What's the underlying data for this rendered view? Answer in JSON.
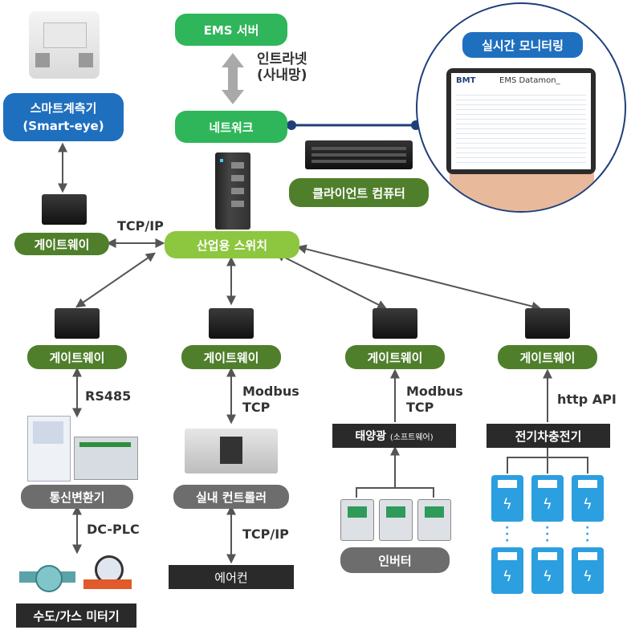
{
  "nodes": {
    "ems_server": "EMS 서버",
    "network": "네트워크",
    "switch": "산업용 스위치",
    "smart_meter_line1": "스마트계측기",
    "smart_meter_line2": "(Smart-eye)",
    "gateway": "게이트웨이",
    "client_pc": "클라이언트 컴퓨터",
    "monitoring": "실시간 모니터링",
    "comm_converter": "통신변환기",
    "water_gas_meter": "수도/가스 미터기",
    "indoor_controller": "실내 컨트롤러",
    "aircon": "에어컨",
    "solar_main": "태양광",
    "solar_sub": "(소프트웨어)",
    "inverter": "인버터",
    "ev_charger": "전기차충전기"
  },
  "labels": {
    "intranet_line1": "인트라넷",
    "intranet_line2": "(사내망)",
    "tcpip_top": "TCP/IP",
    "rs485": "RS485",
    "modbus_line1": "Modbus",
    "modbus_line2": "TCP",
    "dcplc": "DC-PLC",
    "tcpip_bottom": "TCP/IP",
    "http_api": "http API"
  },
  "screen": {
    "brand": "BMT",
    "app_title": "EMS Datamon_"
  },
  "colors": {
    "green": "#2fb65a",
    "dark_green": "#4f7f2b",
    "light_green": "#8dc63f",
    "gray": "#6d6d6d",
    "blue": "#1f6fbf",
    "arrow": "#555555",
    "charger": "#2b9fe0"
  }
}
